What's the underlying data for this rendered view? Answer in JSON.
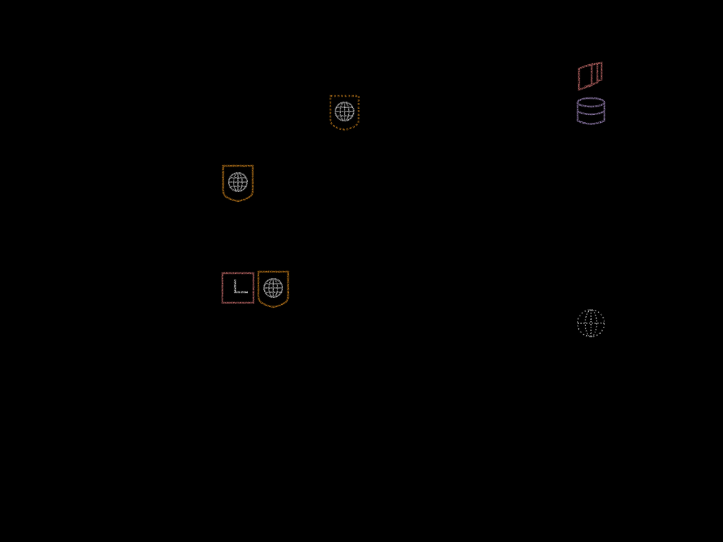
{
  "colors": {
    "background": "#000000",
    "orange": "#d98a1f",
    "pink": "#e07a78",
    "purple": "#b49ad6",
    "white": "#f2f2f2"
  },
  "nodes": [
    {
      "name": "globe-shield-icon-top-center",
      "icon": "globe-in-shield",
      "color": "#d98a1f"
    },
    {
      "name": "globe-shield-icon-upper-left",
      "icon": "globe-in-shield",
      "color": "#d98a1f"
    },
    {
      "name": "l-block-icon",
      "icon": "l-letter-square",
      "color": "#e07a78"
    },
    {
      "name": "globe-shield-icon-lower-left",
      "icon": "globe-in-shield",
      "color": "#d98a1f"
    },
    {
      "name": "stacked-cards-icon",
      "icon": "stacked-cards",
      "color": "#e07a78"
    },
    {
      "name": "database-icon",
      "icon": "database-cylinder",
      "color": "#b49ad6"
    },
    {
      "name": "globe-icon-right",
      "icon": "globe",
      "color": "#f2f2f2"
    }
  ]
}
